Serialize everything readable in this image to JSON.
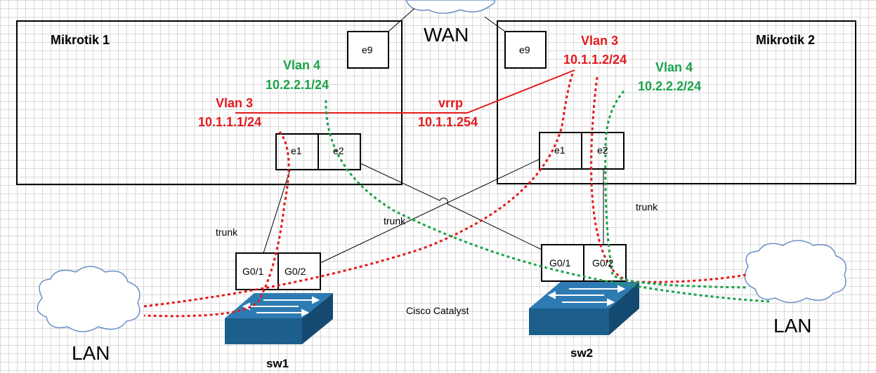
{
  "routers": {
    "mikrotik1": {
      "title": "Mikrotik 1",
      "port_wan": "e9",
      "port_a": "e1",
      "port_b": "e2"
    },
    "mikrotik2": {
      "title": "Mikrotik 2",
      "port_wan": "e9",
      "port_a": "e1",
      "port_b": "e2"
    }
  },
  "vlans": {
    "r1_vlan3": {
      "name": "Vlan 3",
      "ip": "10.1.1.1/24"
    },
    "r1_vlan4": {
      "name": "Vlan 4",
      "ip": "10.2.2.1/24"
    },
    "r2_vlan3": {
      "name": "Vlan 3",
      "ip": "10.1.1.2/24"
    },
    "r2_vlan4": {
      "name": "Vlan 4",
      "ip": "10.2.2.2/24"
    }
  },
  "vrrp": {
    "name": "vrrp",
    "ip": "10.1.1.254"
  },
  "wan": "WAN",
  "lan_left": "LAN",
  "lan_right": "LAN",
  "trunk_labels": [
    "trunk",
    "trunk",
    "trunk"
  ],
  "switches": {
    "sw1": {
      "name": "sw1",
      "port_a": "G0/1",
      "port_b": "G0/2"
    },
    "sw2": {
      "name": "sw2",
      "port_a": "G0/1",
      "port_b": "G0/2"
    }
  },
  "switch_model": "Cisco Catalyst",
  "colors": {
    "vlan3": "#e31a1c",
    "vlan4": "#1aa34a",
    "switch_top": "#2e7bb4",
    "switch_side": "#1d5f8c",
    "cloud_stroke": "#6b8fc7"
  }
}
